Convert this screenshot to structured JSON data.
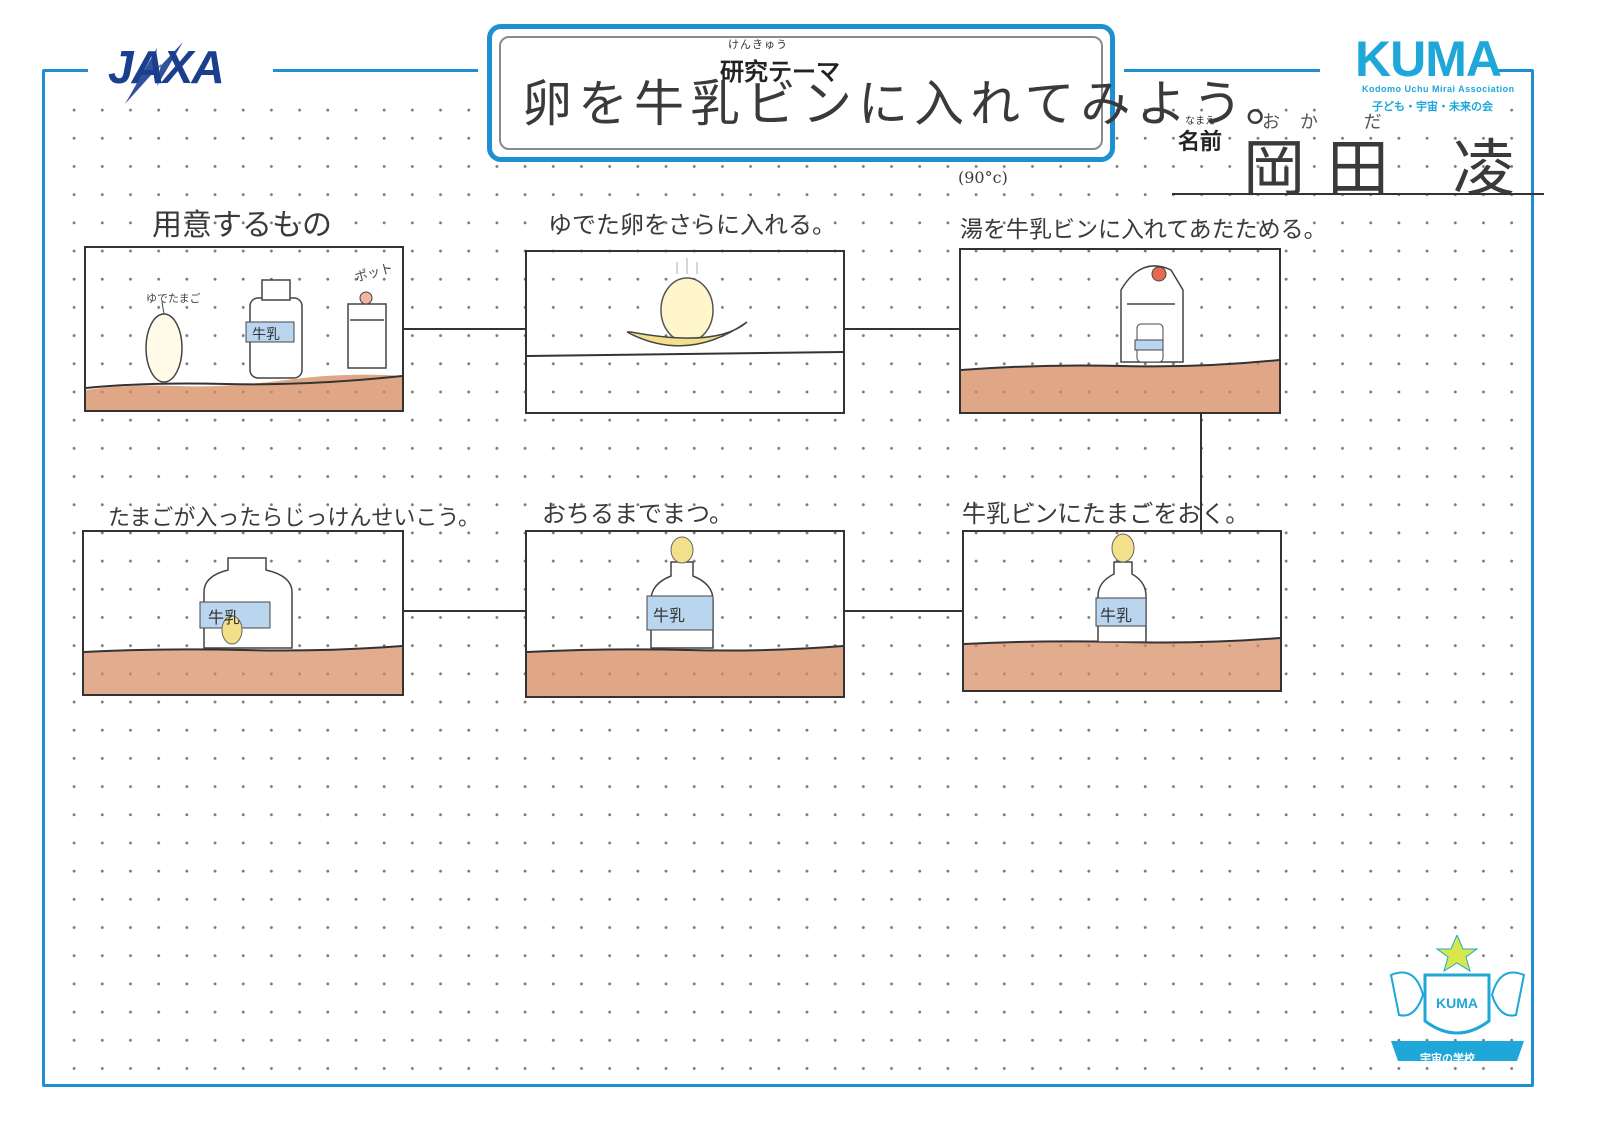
{
  "header": {
    "jaxa_logo": "JAXA",
    "theme_ruby": "けんきゅう",
    "theme_label": "研究テーマ",
    "theme_value": "卵を牛乳ビンに入れてみよう。",
    "kuma_logo": "KUMA",
    "kuma_english": "Kodomo Uchu Mirai Association",
    "kuma_japanese": "子ども・宇宙・未来の会",
    "name_ruby": "なまえ",
    "name_label": "名前",
    "name_value": "岡田 凌",
    "name_reading": "おか だ"
  },
  "panels": [
    {
      "caption": "用意するもの",
      "labels": [
        "ゆでたまご",
        "牛乳",
        "ポット"
      ]
    },
    {
      "caption": "ゆでた卵をさらに入れる。",
      "labels": []
    },
    {
      "caption_note": "(90°c)",
      "caption": "湯を牛乳ビンに入れてあたためる。",
      "labels": []
    },
    {
      "caption": "たまごが入ったらじっけんせいこう。",
      "labels": [
        "牛乳"
      ]
    },
    {
      "caption": "おちるまでまつ。",
      "labels": [
        "牛乳"
      ]
    },
    {
      "caption": "牛乳ビンにたまごをおく。",
      "labels": [
        "牛乳"
      ]
    }
  ],
  "emblem": {
    "logo": "KUMA",
    "banner": "宇宙の学校"
  },
  "colors": {
    "frame_blue": "#1e8fd1",
    "kuma_cyan": "#1ea7d8",
    "jaxa_navy": "#1a3f8f",
    "table_brown": "#c97a4e",
    "egg_yellow": "#f2e08a",
    "bottle_blue": "#b9d6ee"
  }
}
